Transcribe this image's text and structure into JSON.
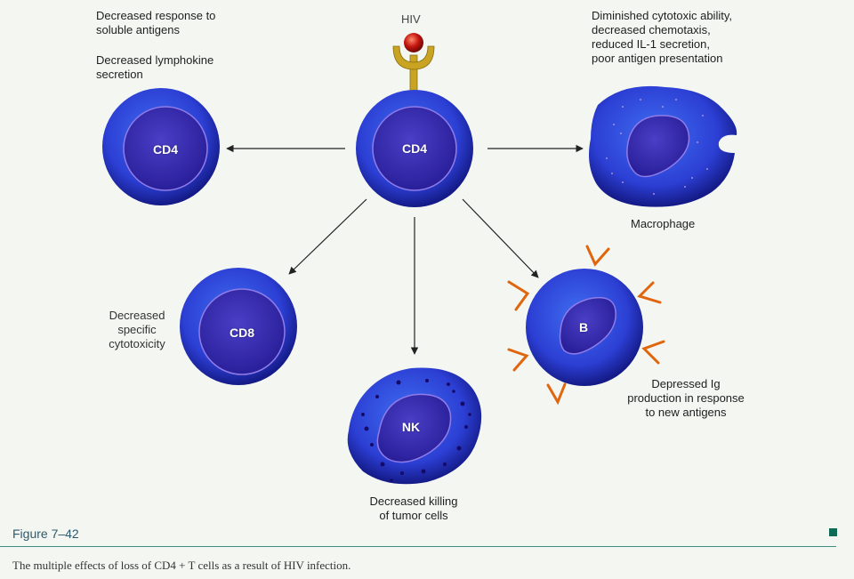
{
  "virus_label": "HIV",
  "cells": {
    "center": "CD4",
    "cd4_left": "CD4",
    "cd8": "CD8",
    "nk": "NK",
    "b": "B"
  },
  "labels": {
    "cd4_effects_1": [
      "Decreased response to",
      "soluble antigens"
    ],
    "cd4_effects_2": [
      "Decreased lymphokine",
      "secretion"
    ],
    "macrophage_effects": [
      "Diminished cytotoxic ability,",
      "decreased chemotaxis,",
      "reduced IL-1 secretion,",
      "poor antigen presentation"
    ],
    "macrophage_name": "Macrophage",
    "cd8_effects": [
      "Decreased",
      "specific",
      "cytotoxicity"
    ],
    "nk_effects": [
      "Decreased killing",
      "of tumor cells"
    ],
    "b_effects": [
      "Depressed Ig",
      "production in response",
      "to new antigens"
    ]
  },
  "figure": {
    "title": "Figure 7–42",
    "caption": "The multiple effects of loss of CD4 + T cells as a result of HIV infection."
  },
  "colors": {
    "cell_dark": "#1b1e9e",
    "cell_mid": "#2e45d8",
    "nucleus": "#3a34b4",
    "antibody": "#e0660e",
    "receptor": "#c9a422",
    "virus": "#c01a12",
    "accent": "#0d6b53"
  }
}
